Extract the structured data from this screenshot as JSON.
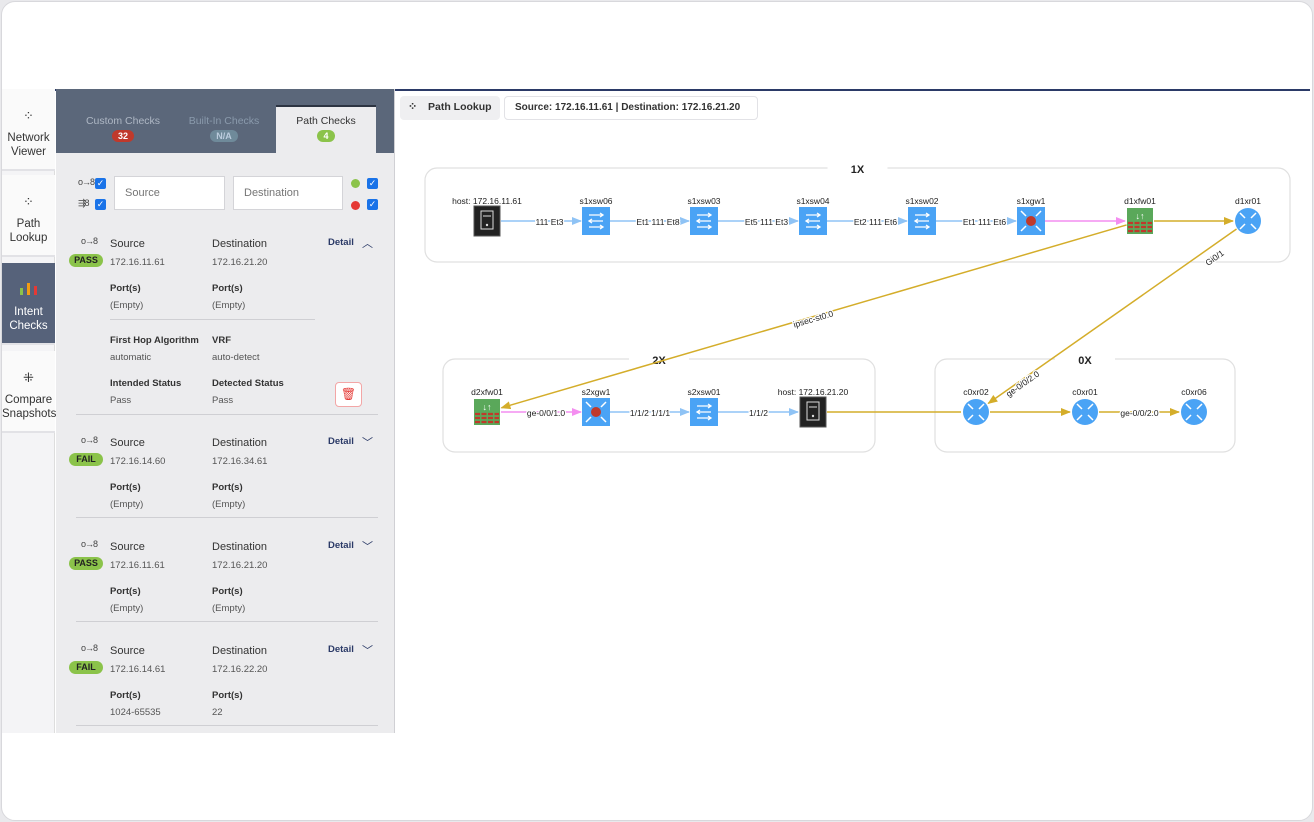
{
  "sidebar": {
    "items": [
      {
        "label1": "Network",
        "label2": "Viewer",
        "icon": "network-icon"
      },
      {
        "label1": "Path",
        "label2": "Lookup",
        "icon": "path-icon"
      },
      {
        "label1": "Intent",
        "label2": "Checks",
        "icon": "bar-chart-icon"
      },
      {
        "label1": "Compare",
        "label2": "Snapshots",
        "icon": "compare-icon"
      }
    ]
  },
  "tabs": [
    {
      "label": "Custom Checks",
      "badge": "32",
      "color": "#c0392b"
    },
    {
      "label": "Built-In Checks",
      "badge": "N/A",
      "color": "#6f8a9a"
    },
    {
      "label": "Path Checks",
      "badge": "4",
      "color": "#8bc34a"
    }
  ],
  "filters": {
    "source_placeholder": "Source",
    "destination_placeholder": "Destination"
  },
  "checks": [
    {
      "status": "PASS",
      "source": "172.16.11.61",
      "destination": "172.16.21.20",
      "src_ports": "(Empty)",
      "dst_ports": "(Empty)",
      "expanded": true,
      "first_hop": "automatic",
      "vrf": "auto-detect",
      "intended": "Pass",
      "detected": "Pass"
    },
    {
      "status": "FAIL",
      "source": "172.16.14.60",
      "destination": "172.16.34.61",
      "src_ports": "(Empty)",
      "dst_ports": "(Empty)"
    },
    {
      "status": "PASS",
      "source": "172.16.11.61",
      "destination": "172.16.21.20",
      "src_ports": "(Empty)",
      "dst_ports": "(Empty)"
    },
    {
      "status": "FAIL",
      "source": "172.16.14.61",
      "destination": "172.16.22.20",
      "src_ports": "1024-65535",
      "dst_ports": "22"
    }
  ],
  "labels": {
    "source": "Source",
    "destination": "Destination",
    "ports": "Port(s)",
    "detail": "Detail",
    "first_hop": "First Hop Algorithm",
    "vrf": "VRF",
    "intended": "Intended Status",
    "detected": "Detected Status"
  },
  "breadcrumb": {
    "tool": "Path Lookup",
    "query": "Source: 172.16.11.61 | Destination: 172.16.21.20"
  },
  "groups": [
    "1X",
    "2X",
    "0X"
  ],
  "nodes": [
    {
      "id": "host1",
      "name": "host: 172.16.11.61",
      "type": "host"
    },
    {
      "id": "s1xsw06",
      "name": "s1xsw06",
      "type": "switch"
    },
    {
      "id": "s1xsw03",
      "name": "s1xsw03",
      "type": "switch"
    },
    {
      "id": "s1xsw04",
      "name": "s1xsw04",
      "type": "switch"
    },
    {
      "id": "s1xsw02",
      "name": "s1xsw02",
      "type": "switch"
    },
    {
      "id": "s1xgw1",
      "name": "s1xgw1",
      "type": "gateway"
    },
    {
      "id": "d1xfw01",
      "name": "d1xfw01",
      "type": "firewall"
    },
    {
      "id": "d1xr01",
      "name": "d1xr01",
      "type": "router"
    },
    {
      "id": "d2xfw01",
      "name": "d2xfw01",
      "type": "firewall"
    },
    {
      "id": "s2xgw1",
      "name": "s2xgw1",
      "type": "gateway"
    },
    {
      "id": "s2xsw01",
      "name": "s2xsw01",
      "type": "switch"
    },
    {
      "id": "host2",
      "name": "host: 172.16.21.20",
      "type": "host"
    },
    {
      "id": "c0xr02",
      "name": "c0xr02",
      "type": "router"
    },
    {
      "id": "c0xr01",
      "name": "c0xr01",
      "type": "router"
    },
    {
      "id": "c0xr06",
      "name": "c0xr06",
      "type": "router"
    }
  ],
  "edges": [
    {
      "from": "host1",
      "to": "s1xsw06",
      "label": "111 Et3",
      "kind": "l2"
    },
    {
      "from": "s1xsw06",
      "to": "s1xsw03",
      "label": "Et1 111 Et8",
      "kind": "l2"
    },
    {
      "from": "s1xsw03",
      "to": "s1xsw04",
      "label": "Et5 111 Et3",
      "kind": "l2"
    },
    {
      "from": "s1xsw04",
      "to": "s1xsw02",
      "label": "Et2 111 Et6",
      "kind": "l2"
    },
    {
      "from": "s1xsw02",
      "to": "s1xgw1",
      "label": "Et1 111 Et6",
      "kind": "l2"
    },
    {
      "from": "s1xgw1",
      "to": "d1xfw01",
      "label": "",
      "kind": "gw"
    },
    {
      "from": "d1xfw01",
      "to": "d1xr01",
      "label": "",
      "kind": "l3"
    },
    {
      "from": "d1xfw01",
      "to": "d2xfw01",
      "label": "ipsec-st0.0",
      "kind": "l3"
    },
    {
      "from": "d1xr01",
      "to": "c0xr02",
      "label": "Gi0/1",
      "label2": "ge-0/0/2.0",
      "kind": "l3"
    },
    {
      "from": "d2xfw01",
      "to": "s2xgw1",
      "label": "ge-0/0/1.0",
      "kind": "gw"
    },
    {
      "from": "s2xgw1",
      "to": "s2xsw01",
      "label": "1/1/2 1/1/1",
      "kind": "l2"
    },
    {
      "from": "s2xsw01",
      "to": "host2",
      "label": "1/1/2",
      "kind": "l2"
    },
    {
      "from": "host2",
      "to": "c0xr02",
      "label": "",
      "kind": "l3plain"
    },
    {
      "from": "c0xr02",
      "to": "c0xr01",
      "label": "",
      "kind": "l3"
    },
    {
      "from": "c0xr01",
      "to": "c0xr06",
      "label": "ge-0/0/2.0",
      "kind": "l3"
    }
  ],
  "colors": {
    "l2": "#8fc3f5",
    "gw": "#f48ef0",
    "l3": "#d4ad2a",
    "switch": "#4aa3f5",
    "firewall": "#5aa85a",
    "router": "#4aa3f5"
  }
}
